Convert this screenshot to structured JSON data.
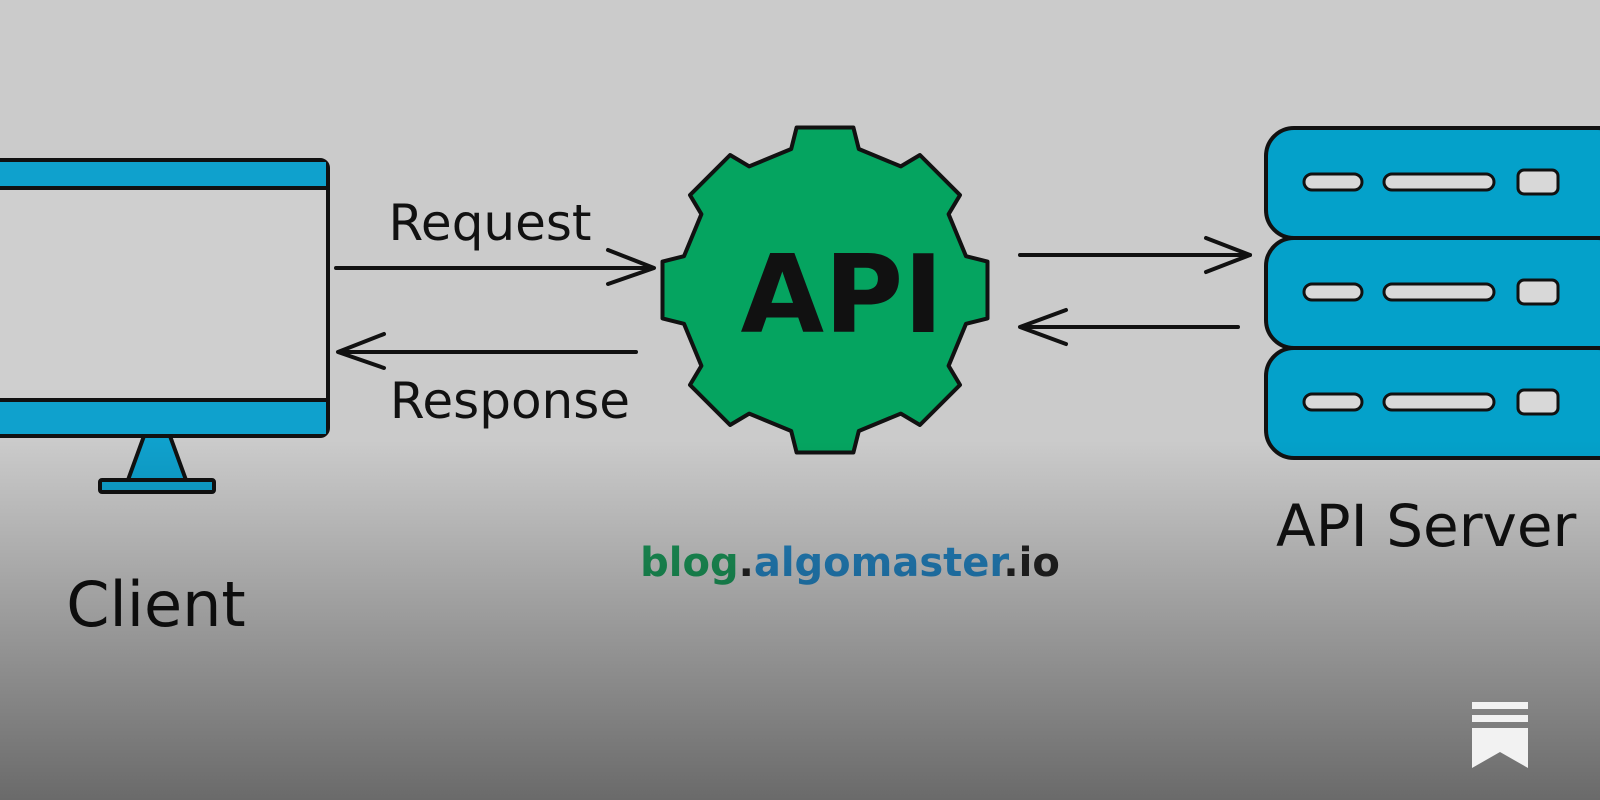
{
  "diagram": {
    "client_label": "Client",
    "request_label": "Request",
    "response_label": "Response",
    "api_label": "API",
    "server_label": "API Server",
    "watermark": {
      "part1": "blog",
      "dot1": ".",
      "part2": "algomaster",
      "dot2": ".",
      "part3": "io"
    }
  },
  "colors": {
    "background": "#cbcbcb",
    "monitor_accent": "#0fa1cd",
    "gear": "#05a460",
    "server": "#04a1ca",
    "watermark_green": "#1b9458",
    "watermark_blue": "#2381bd",
    "watermark_dark": "#222222",
    "outline": "#111111"
  },
  "icons": [
    "monitor-icon",
    "gear-icon",
    "server-rack-icon",
    "bookmark-icon"
  ]
}
